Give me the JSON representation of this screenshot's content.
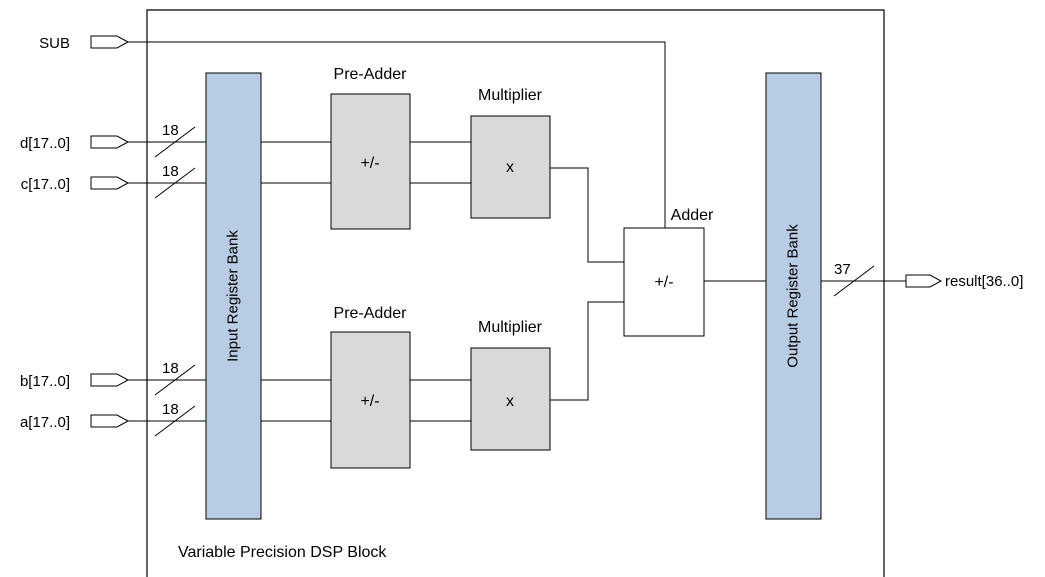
{
  "diagram": {
    "colors": {
      "register_fill": "#b8cce4",
      "block_fill": "#d9d9d9",
      "adder_fill": "#ffffff",
      "line": "#000000"
    },
    "block_label": "Variable Precision DSP Block",
    "inputs": {
      "sub": "SUB",
      "d": "d[17..0]",
      "c": "c[17..0]",
      "b": "b[17..0]",
      "a": "a[17..0]"
    },
    "bus_widths": {
      "d": "18",
      "c": "18",
      "b": "18",
      "a": "18",
      "result": "37"
    },
    "input_register_bank": "Input Register Bank",
    "output_register_bank": "Output Register Bank",
    "pre_adder_top": {
      "title": "Pre-Adder",
      "symbol": "+/-"
    },
    "pre_adder_bottom": {
      "title": "Pre-Adder",
      "symbol": "+/-"
    },
    "multiplier_top": {
      "title": "Multiplier",
      "symbol": "x"
    },
    "multiplier_bottom": {
      "title": "Multiplier",
      "symbol": "x"
    },
    "adder": {
      "title": "Adder",
      "symbol": "+/-"
    },
    "output": "result[36..0]"
  }
}
